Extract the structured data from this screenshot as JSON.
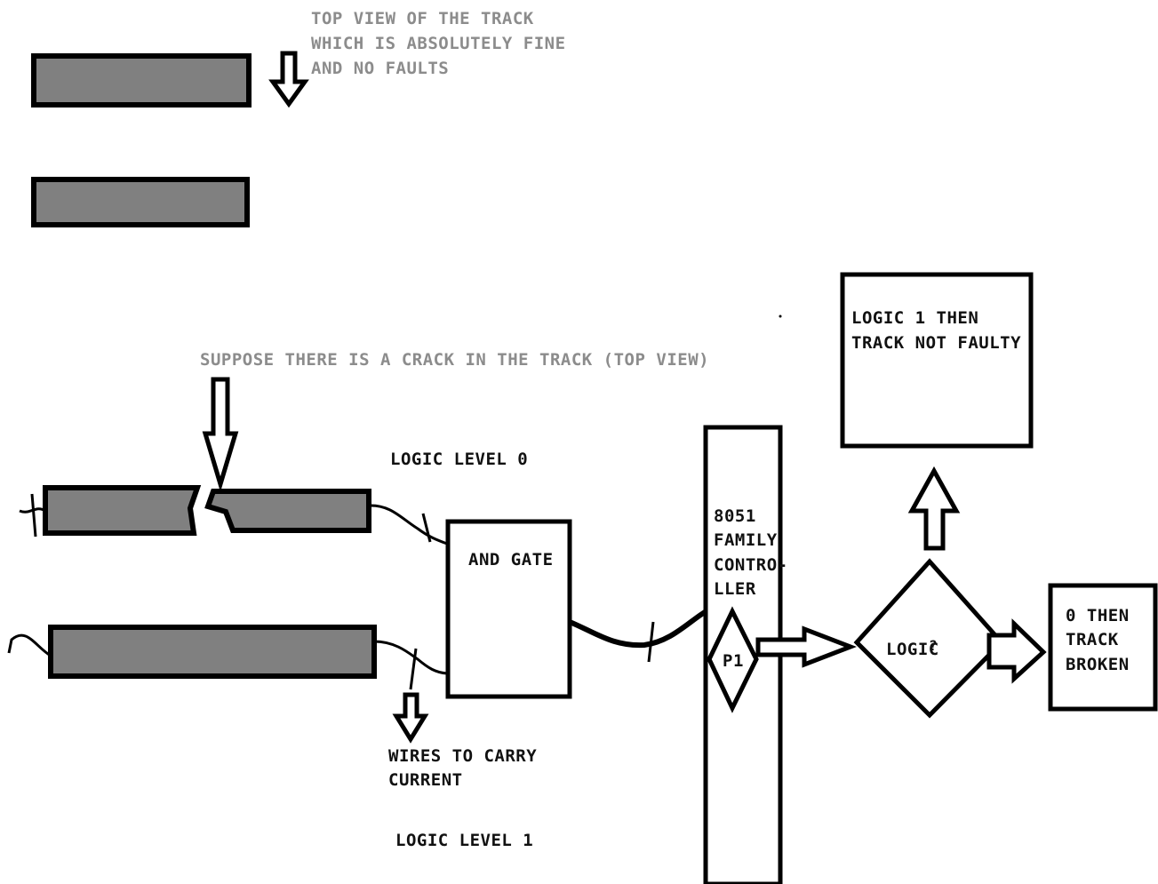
{
  "annotations": {
    "top_view": [
      "TOP VIEW OF THE TRACK",
      "WHICH IS ABSOLUTELY FINE",
      "AND NO FAULTS"
    ],
    "crack": "SUPPOSE THERE IS A CRACK IN THE TRACK (TOP VIEW)",
    "logic_level_0": "LOGIC LEVEL 0",
    "logic_level_1": "LOGIC LEVEL 1",
    "wires": [
      "WIRES TO CARRY",
      "CURRENT"
    ]
  },
  "and_gate": {
    "label": "AND GATE"
  },
  "controller": {
    "label": [
      "8051",
      "FAMILY",
      "CONTRO-",
      "LLER"
    ],
    "pin": "P1"
  },
  "decision": {
    "label": "LOGIC",
    "mark": "?"
  },
  "outcomes": {
    "logic_1": [
      "LOGIC 1 THEN",
      "TRACK NOT FAULTY"
    ],
    "logic_0": [
      "0 THEN",
      "TRACK",
      "BROKEN"
    ]
  },
  "colors": {
    "track": "#808080",
    "grey_text": "#8c8c8c",
    "line": "#000000"
  }
}
